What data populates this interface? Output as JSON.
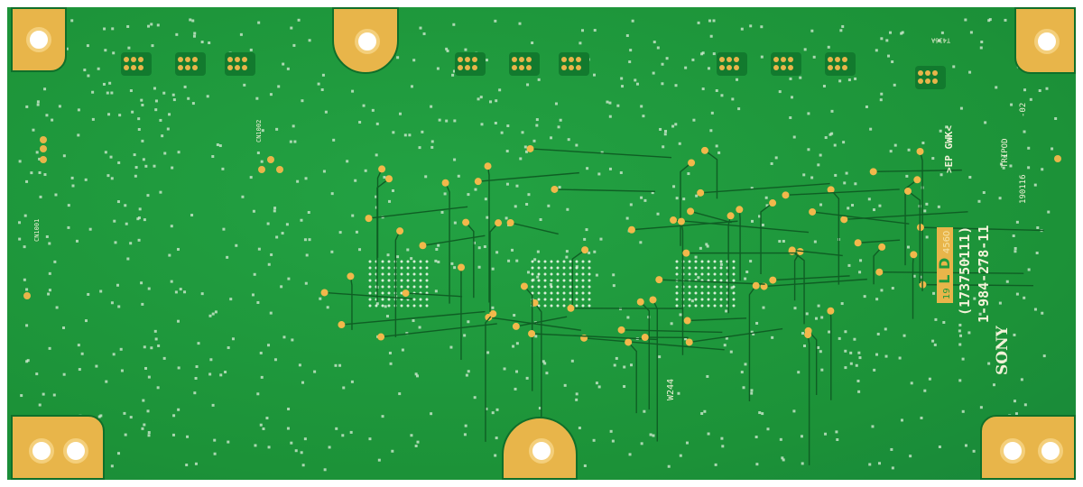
{
  "board": {
    "brand": "SONY",
    "part_number": "1-984-278-11",
    "code": "(173750111)",
    "label_year": "19",
    "label_letters": "L D",
    "label_number": "4560",
    "rev": "-02",
    "date_code": "190116",
    "material": ">EP GWK<",
    "tripod": "TRIPOD",
    "connector_1": "CN1001",
    "connector_2": "CN1002",
    "ref_top_right": "T436A",
    "ref_bottom": "W244"
  },
  "colors": {
    "solder_mask": "#1f9a3c",
    "pad": "#e8b54a",
    "silkscreen": "#f2f2d8"
  }
}
